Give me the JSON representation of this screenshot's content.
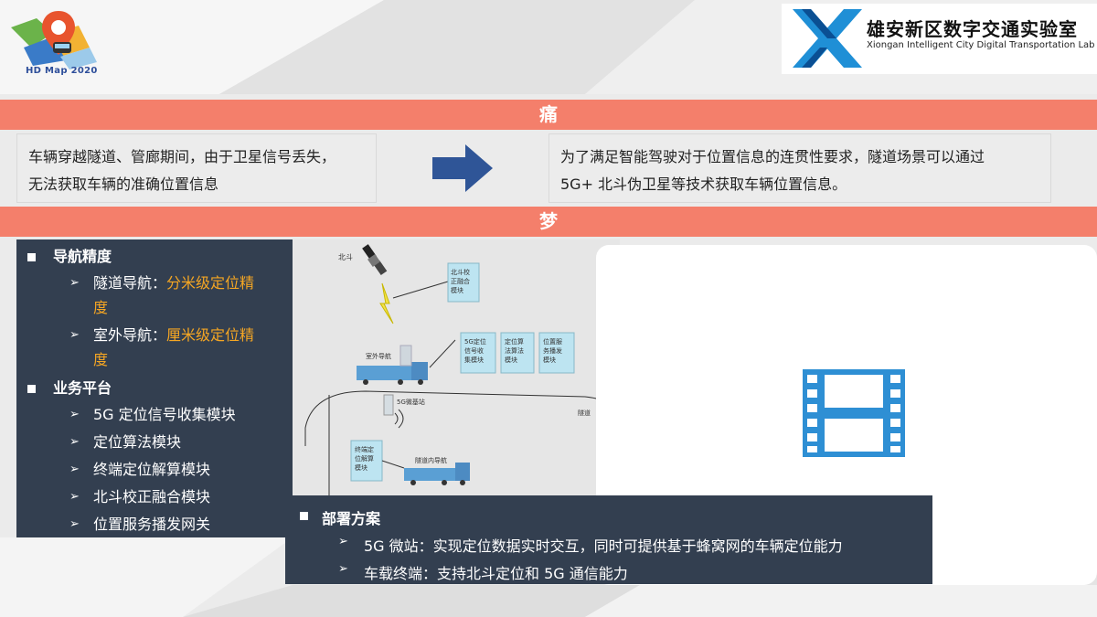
{
  "logo_left": {
    "text": "HD Map 2020",
    "icon": "map-pin-logo"
  },
  "logo_right": {
    "title": "雄安新区数字交通实验室",
    "subtitle": "Xiongan Intelligent City Digital Transportation Lab",
    "icon": "x-logo"
  },
  "pain": {
    "band_label": "痛",
    "left_text_line1": "车辆穿越隧道、管廊期间，由于卫星信号丢失，",
    "left_text_line2": "无法获取车辆的准确位置信息",
    "right_text_line1": "为了满足智能驾驶对于位置信息的连贯性要求，隧道场景可以通过",
    "right_text_line2": "5G+ 北斗伪卫星等技术获取车辆位置信息。",
    "arrow_icon": "right-arrow-icon",
    "arrow_color": "#2f5597"
  },
  "dream": {
    "band_label": "梦"
  },
  "nav_panel": {
    "section1_title": "导航精度",
    "tunnel_label": "隧道导航：",
    "tunnel_value_line1": "分米级定位精",
    "tunnel_value_line2": "度",
    "outdoor_label": "室外导航：",
    "outdoor_value_line1": "厘米级定位精",
    "outdoor_value_line2": "度",
    "section2_title": "业务平台",
    "platform_items": [
      "5G 定位信号收集模块",
      "定位算法模块",
      "终端定位解算模块",
      "北斗校正融合模块",
      "位置服务播发网关"
    ],
    "highlight_color": "#f5a623"
  },
  "diagram": {
    "satellite_label": "北斗",
    "beidou_module": [
      "北斗校",
      "正融合",
      "模块"
    ],
    "outdoor_nav_label": "室外导航",
    "module_5g": [
      "5G定位",
      "信号收",
      "集模块"
    ],
    "module_algo": [
      "定位算",
      "法算法",
      "模块"
    ],
    "module_service": [
      "位置服",
      "务播发",
      "模块"
    ],
    "base_station_label": "5G微基站",
    "tunnel_label": "隧道",
    "terminal_module": [
      "终端定",
      "位解算",
      "模块"
    ],
    "tunnel_nav_label": "隧道内导航"
  },
  "video": {
    "icon": "film-strip-icon",
    "icon_color": "#2e8fd4"
  },
  "deploy": {
    "title": "部署方案",
    "item1": "5G 微站：实现定位数据实时交互，同时可提供基于蜂窝网的车辆定位能力",
    "item2": "车载终端：支持北斗定位和 5G 通信能力"
  }
}
